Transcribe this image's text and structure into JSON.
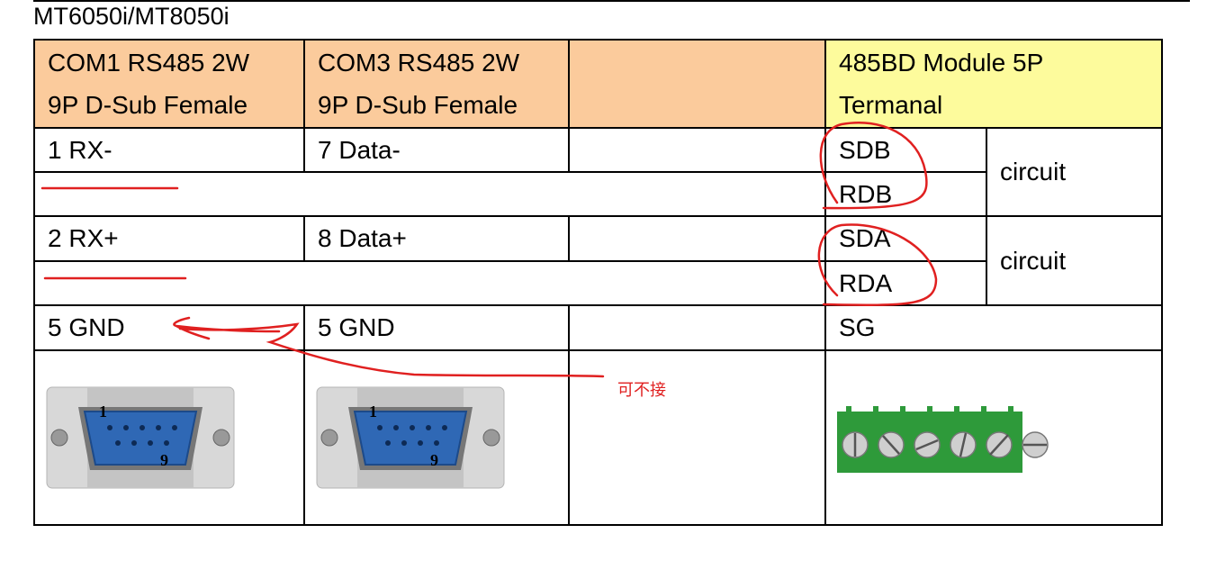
{
  "document": {
    "title": "MT6050i/MT8050i",
    "headers": {
      "com1": [
        "COM1 RS485 2W",
        "9P D-Sub Female"
      ],
      "com3": [
        "COM3 RS485 2W",
        "9P D-Sub Female"
      ],
      "blank": "",
      "module": [
        "485BD Module 5P",
        "Termanal"
      ]
    },
    "rows": {
      "r1": {
        "com1": "1 RX-",
        "com3": "7 Data-",
        "sdb": "SDB",
        "rdb": "RDB",
        "circuit": "circuit"
      },
      "r2": {
        "com1": "2 RX+",
        "com3": "8 Data+",
        "sda": "SDA",
        "rda": "RDA",
        "circuit": "circuit"
      },
      "gnd": {
        "com1": "5 GND",
        "com3": "5 GND",
        "module": "SG"
      }
    },
    "connector_labels": {
      "pin1": "1",
      "pin9": "9"
    },
    "annotation_note": "可不接",
    "colors": {
      "header": "#fbcb9c",
      "module_header": "#fdfb9c",
      "annotation": "#e02020",
      "terminal": "#2e9a3a"
    }
  }
}
